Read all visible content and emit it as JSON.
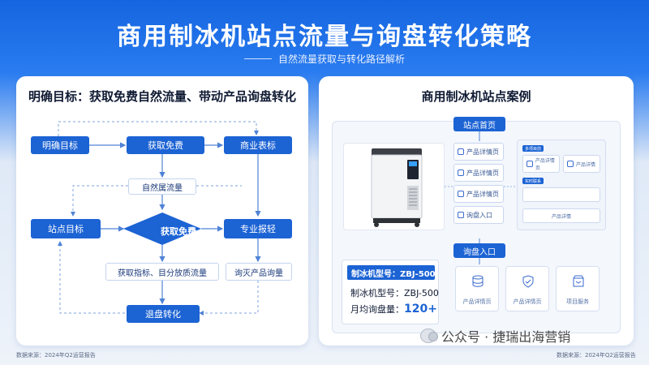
{
  "header": {
    "title": "商用制冰机站点流量与询盘转化策略",
    "subtitle": "自然流量获取与转化路径解析"
  },
  "left_panel": {
    "title": "明确目标：获取免费自然流量、带动产品询盘转化",
    "nodes": {
      "goal": "明确目标",
      "get_free_top": "获取免费",
      "business_mark": "商业表标",
      "natural_flow": "自然属流量",
      "site_goal": "站点目标",
      "get_free_diamond": "获取免费",
      "pro_quote": "专业报轻",
      "get_metrics": "获取指标、目分放质流量",
      "product_inquiry": "询灭产品询量",
      "inquiry_convert": "退盘转化"
    }
  },
  "right_panel": {
    "title": "商用制冰机站点案例",
    "home_label": "站点首页",
    "menu_items": [
      "产品详情页",
      "产品详情页",
      "产品详情页",
      "询盘入口"
    ],
    "mock": {
      "tag_top": "多项目前",
      "card_left": "产品详情页",
      "card_right": "产品详情",
      "tag_mid": "实时联系",
      "bottom_label": "产品详情"
    },
    "inquiry_entry": "询盘入口",
    "spec": {
      "head": "制冰机型号：ZBJ-500",
      "model_line": "制冰机型号：ZBJ-500",
      "monthly_label": "月均询盘量：",
      "monthly_value": "120+"
    },
    "feature_cards": [
      "产品详情页",
      "产品详情页",
      "项目服务"
    ]
  },
  "footer": {
    "source_left": "数据来源：2024年Q2运营报告",
    "source_right": "数据来源：2024年Q2运营报告",
    "watermark": "公众号 · 捷瑞出海营销"
  },
  "colors": {
    "primary": "#1c63d4",
    "header_blue": "#1565e0",
    "connector": "#4f83d6"
  }
}
